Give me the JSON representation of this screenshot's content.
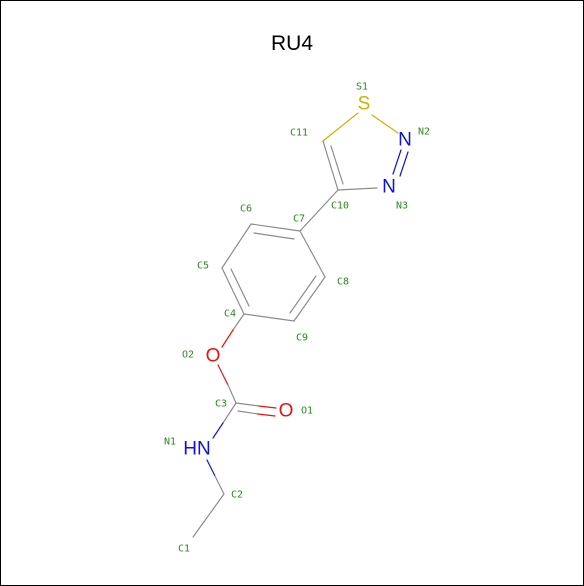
{
  "title": "RU4",
  "colors": {
    "carbon_bond": "#8c8c8c",
    "sulfur": "#c8b400",
    "nitrogen": "#1010e0",
    "oxygen": "#ee1010",
    "index_label": "#2a8a1e"
  },
  "atoms": {
    "S1": {
      "symbol": "S",
      "index": "S1"
    },
    "N2": {
      "symbol": "N",
      "index": "N2"
    },
    "N3": {
      "symbol": "N",
      "index": "N3"
    },
    "C10": {
      "index": "C10"
    },
    "C11": {
      "index": "C11"
    },
    "C7": {
      "index": "C7"
    },
    "C6": {
      "index": "C6"
    },
    "C5": {
      "index": "C5"
    },
    "C8": {
      "index": "C8"
    },
    "C4": {
      "index": "C4"
    },
    "C9": {
      "index": "C9"
    },
    "O2": {
      "symbol": "O",
      "index": "O2"
    },
    "C3": {
      "index": "C3"
    },
    "O1": {
      "symbol": "O",
      "index": "O1"
    },
    "N1": {
      "symbol": "HN",
      "index": "N1"
    },
    "C2": {
      "index": "C2"
    },
    "C1": {
      "index": "C1"
    }
  }
}
